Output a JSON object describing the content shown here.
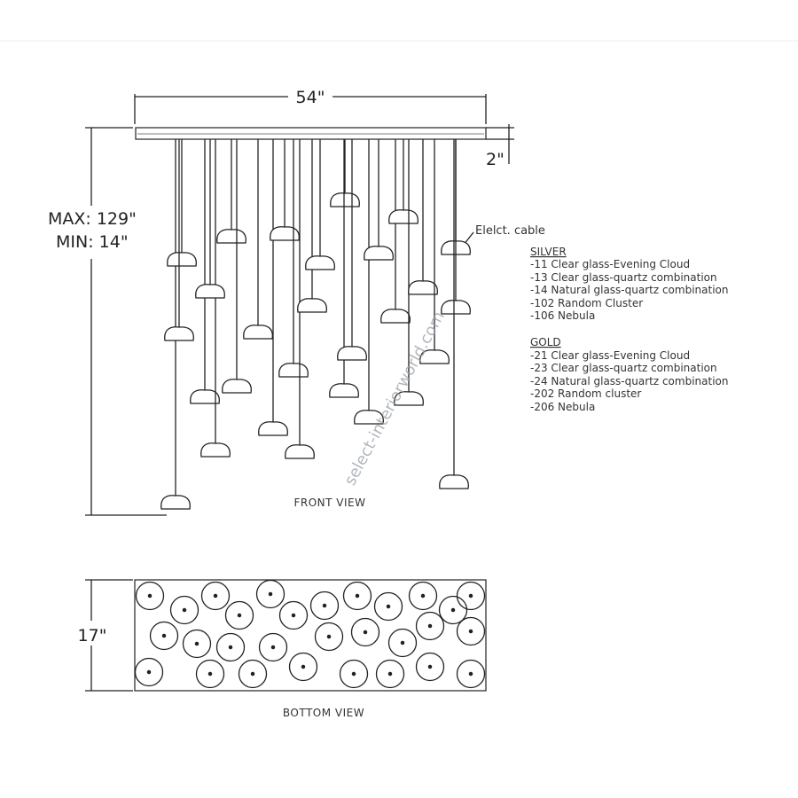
{
  "dimensions": {
    "width": "54\"",
    "canopy_height": "2\"",
    "max_drop": "MAX: 129\"",
    "min_drop": "MIN: 14\"",
    "depth": "17\""
  },
  "callout": {
    "cable": "Elelct. cable"
  },
  "legend": {
    "silver_heading": "SILVER",
    "silver_items": [
      "-11 Clear glass-Evening Cloud",
      "-13 Clear glass-quartz combination",
      "-14 Natural glass-quartz combination",
      "-102 Random Cluster",
      "-106 Nebula"
    ],
    "gold_heading": "GOLD",
    "gold_items": [
      "-21 Clear glass-Evening Cloud",
      "-23 Clear glass-quartz combination",
      "-24 Natural glass-quartz combination",
      "-202 Random cluster",
      "-206 Nebula"
    ]
  },
  "views": {
    "front": "FRONT VIEW",
    "bottom": "BOTTOM VIEW"
  },
  "watermark": "select-interiorworld.com",
  "colors": {
    "line": "#222222",
    "frame": "#555555",
    "watermark": "#9aa0a6"
  }
}
